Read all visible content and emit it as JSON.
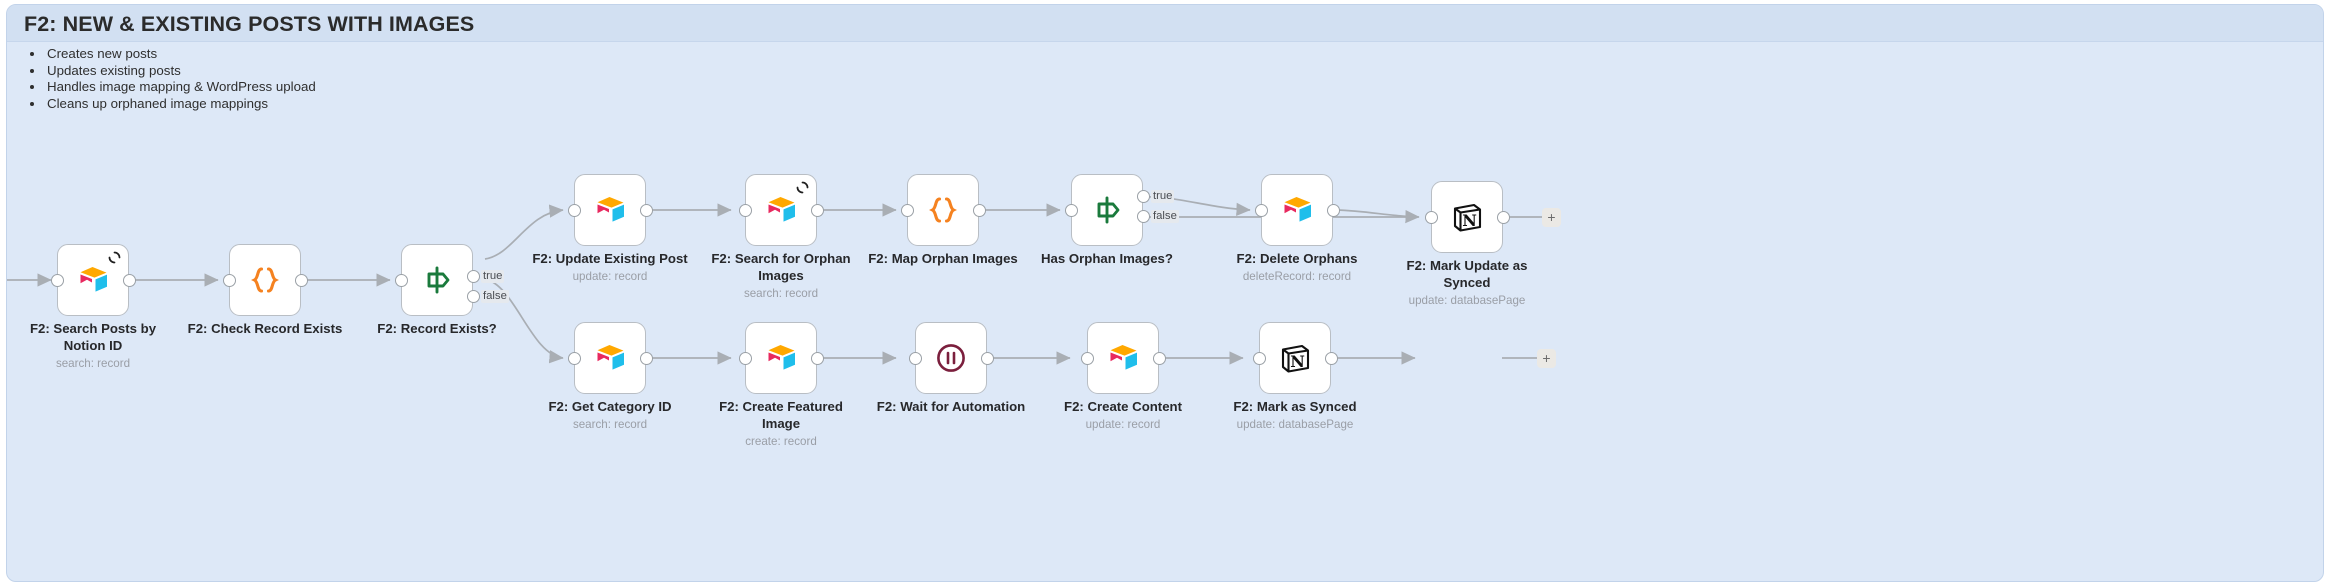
{
  "header": {
    "title": "F2: NEW & EXISTING POSTS WITH IMAGES",
    "bullets": [
      "Creates new posts",
      "Updates existing posts",
      "Handles image mapping & WordPress upload",
      "Cleans up orphaned image mappings"
    ]
  },
  "branch_labels": {
    "true": "true",
    "false": "false"
  },
  "endpoint_label": "+",
  "colors": {
    "canvas_bg": "#dde8f7",
    "header_band": "#d2e0f2",
    "node_bg": "#ffffff",
    "node_border": "#b9bec4",
    "wire": "#a9aeb4",
    "airtable_orange": "#ffa800",
    "airtable_pink": "#e8295f",
    "airtable_blue": "#1fbeeb",
    "code_orange": "#f58220",
    "if_green": "#1a7a3c",
    "wait_maroon": "#7b1f3d",
    "notion_black": "#111111",
    "label_text": "#27282b",
    "sublabel_text": "#9a9ea6"
  },
  "nodes": [
    {
      "id": "search-posts",
      "label": "F2: Search Posts by\nNotion ID",
      "sub": "search: record",
      "icon": "airtable-icon",
      "loop": true
    },
    {
      "id": "check-record",
      "label": "F2: Check Record Exists",
      "sub": "",
      "icon": "code-icon",
      "loop": false
    },
    {
      "id": "record-exists",
      "label": "F2: Record Exists?",
      "sub": "",
      "icon": "if-signpost-icon",
      "loop": false
    },
    {
      "id": "update-existing",
      "label": "F2: Update Existing Post",
      "sub": "update: record",
      "icon": "airtable-icon",
      "loop": false
    },
    {
      "id": "search-orphan",
      "label": "F2: Search for Orphan\nImages",
      "sub": "search: record",
      "icon": "airtable-icon",
      "loop": true
    },
    {
      "id": "map-orphan",
      "label": "F2: Map Orphan Images",
      "sub": "",
      "icon": "code-icon",
      "loop": false
    },
    {
      "id": "has-orphan",
      "label": "Has Orphan Images?",
      "sub": "",
      "icon": "if-signpost-icon",
      "loop": false
    },
    {
      "id": "delete-orphans",
      "label": "F2: Delete Orphans",
      "sub": "deleteRecord: record",
      "icon": "airtable-icon",
      "loop": false
    },
    {
      "id": "mark-update",
      "label": "F2: Mark Update as\nSynced",
      "sub": "update: databasePage",
      "icon": "notion-icon",
      "loop": false
    },
    {
      "id": "get-category",
      "label": "F2: Get Category ID",
      "sub": "search: record",
      "icon": "airtable-icon",
      "loop": false
    },
    {
      "id": "create-featured",
      "label": "F2: Create Featured\nImage",
      "sub": "create: record",
      "icon": "airtable-icon",
      "loop": false
    },
    {
      "id": "wait-automation",
      "label": "F2: Wait for Automation",
      "sub": "",
      "icon": "pause-icon",
      "loop": false
    },
    {
      "id": "create-content",
      "label": "F2: Create Content",
      "sub": "update: record",
      "icon": "airtable-icon",
      "loop": false
    },
    {
      "id": "mark-synced",
      "label": "F2: Mark as Synced",
      "sub": "update: databasePage",
      "icon": "notion-icon",
      "loop": false
    }
  ]
}
